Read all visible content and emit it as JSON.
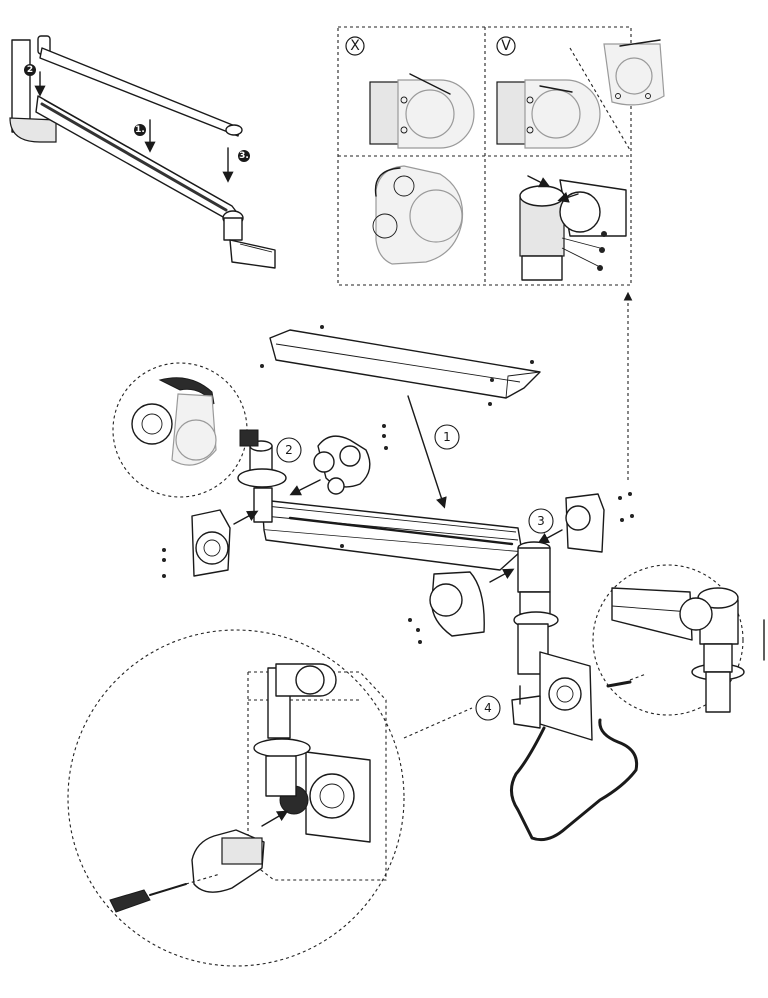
{
  "figure": {
    "top_left_steps": [
      "1.",
      "2",
      "3."
    ],
    "callouts": [
      "1",
      "2",
      "3",
      "4"
    ],
    "wrong_mark": "X",
    "right_mark": "V"
  }
}
